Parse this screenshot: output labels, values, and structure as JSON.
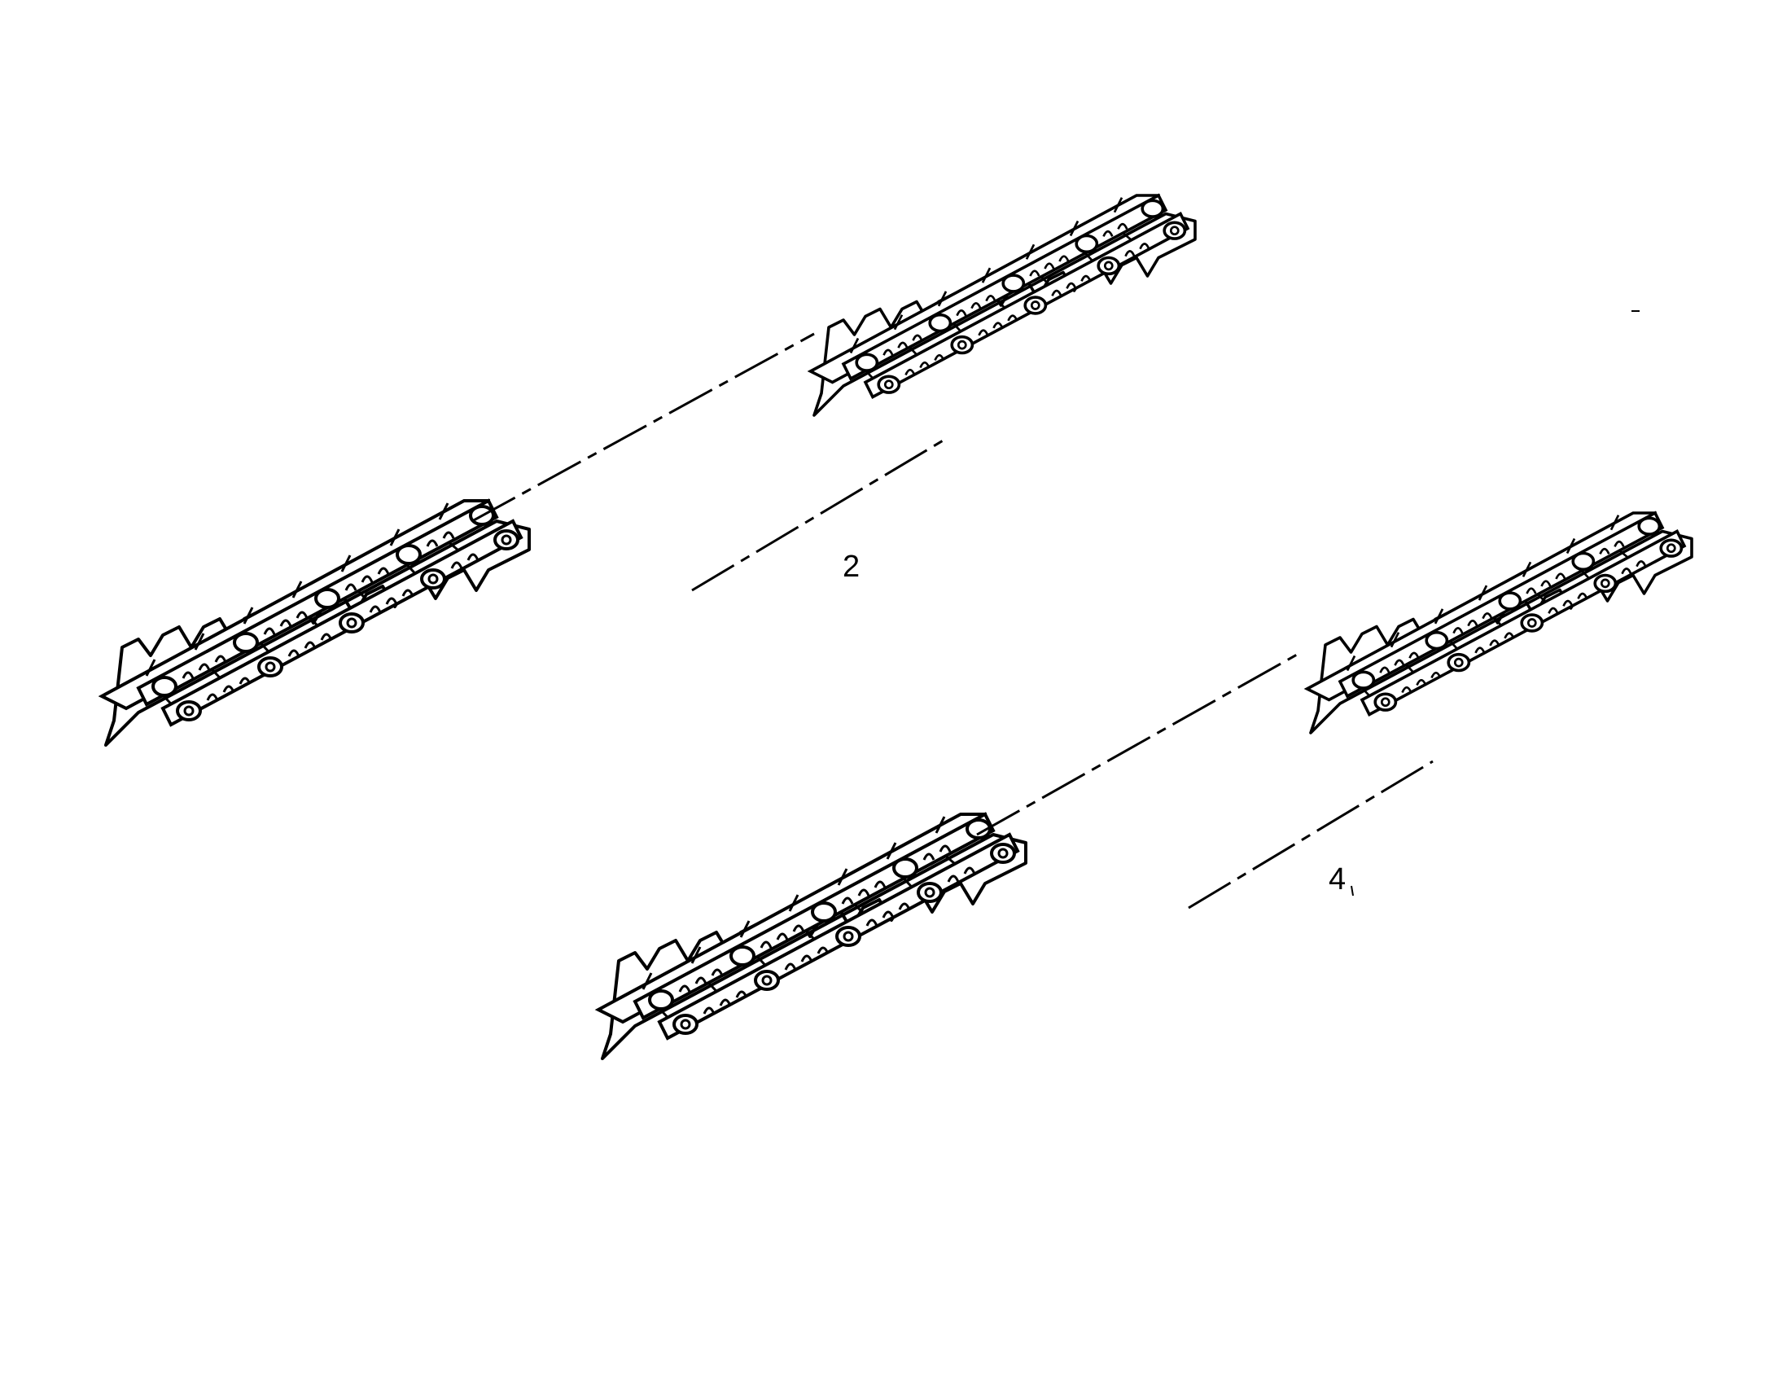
{
  "figure": {
    "callouts": [
      {
        "id": "track-2",
        "text": "2"
      },
      {
        "id": "track-4",
        "text": "4"
      }
    ]
  },
  "colors": {
    "line": "#000000",
    "background": "#ffffff",
    "fill": "#ffffff"
  }
}
